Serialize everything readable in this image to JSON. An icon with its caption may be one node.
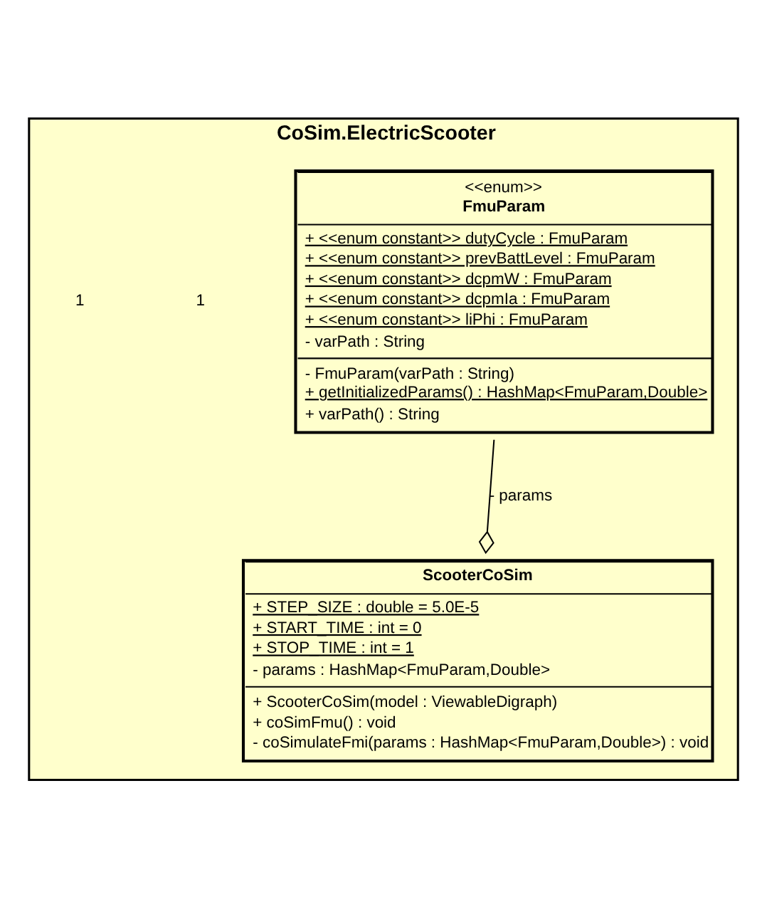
{
  "diagram": {
    "nodes": [
      {
        "text": [
          "CoSim.ElectricScooter"
        ]
      },
      {
        "text": [
          "<<enum>>",
          "FmuParam",
          "+ <<enum constant>> dutyCycle : FmuParam",
          "+ <<enum constant>> prevBattLevel : FmuParam",
          "+ <<enum constant>> dcpmW : FmuParam",
          "+ <<enum constant>> dcpmIa : FmuParam",
          "+ <<enum constant>> liPhi : FmuParam",
          "- varPath : String",
          "- FmuParam(varPath : String)",
          "+ getInitializedParams() : HashMap<FmuParam,Double>",
          "+ varPath() : String"
        ],
        "in": 0
      },
      {
        "text": [
          "ScooterCoSim",
          "+ STEP_SIZE : double = 5.0E-5",
          "+ START_TIME : int = 0",
          "+ STOP_TIME : int = 1",
          "- params : HashMap<FmuParam,Double>",
          "+ ScooterCoSim(model : ViewableDigraph)",
          "+ coSimFmu() : void",
          "- coSimulateFmi(params : HashMap<FmuParam,Double>) : void"
        ],
        "in": 0
      }
    ],
    "edges": [
      {
        "from": 1,
        "to": 2,
        "arrow": "other",
        "label": "- params"
      }
    ],
    "labels": [
      "1",
      "1"
    ]
  }
}
